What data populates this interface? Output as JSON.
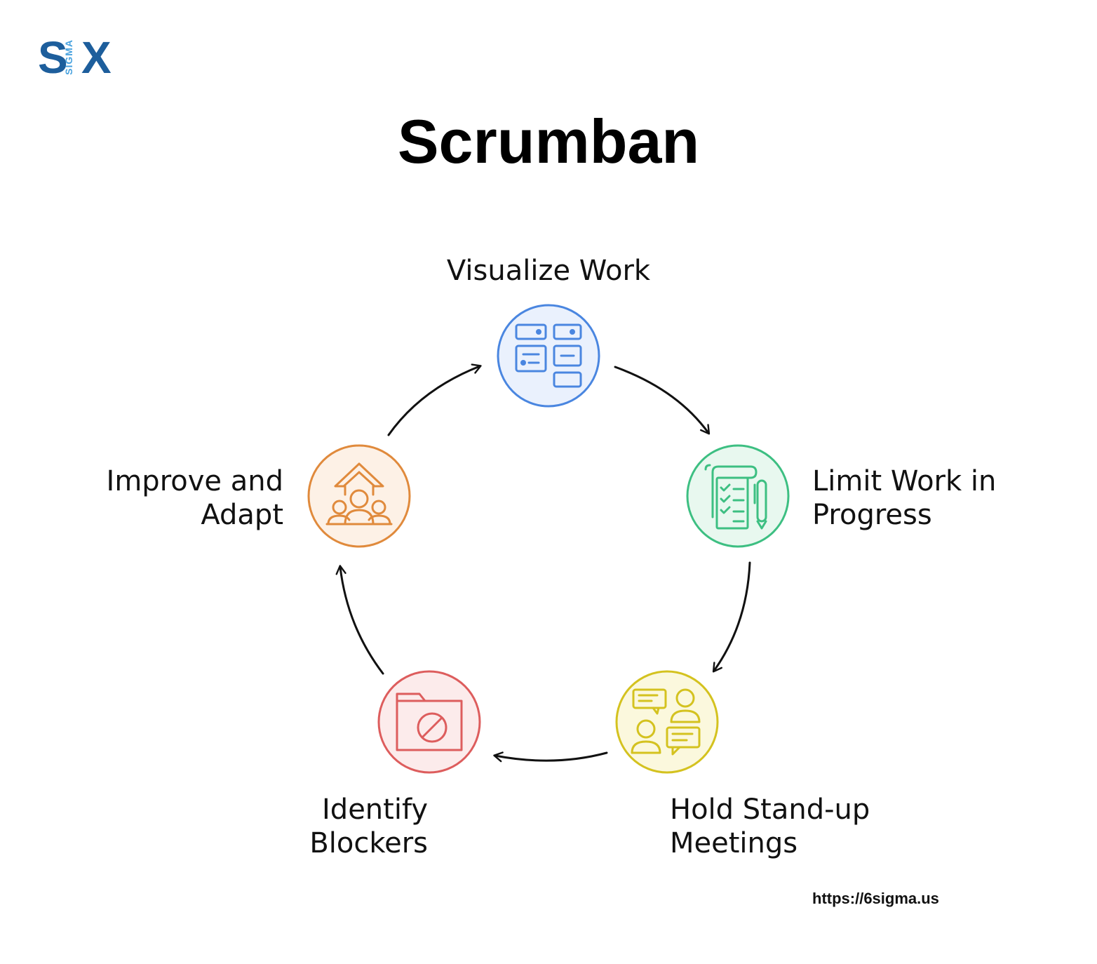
{
  "brand": {
    "logo_s": "S",
    "logo_sigma": "SIGMA",
    "logo_x": "X",
    "url": "https://6sigma.us"
  },
  "title": "Scrumban",
  "steps": [
    {
      "label_lines": [
        "Visualize Work"
      ],
      "icon": "kanban-board-icon",
      "color": "#4a86e0",
      "fill": "#eaf1fd"
    },
    {
      "label_lines": [
        "Limit Work in",
        "Progress"
      ],
      "icon": "checklist-scroll-icon",
      "color": "#3dbf82",
      "fill": "#e8f8ef"
    },
    {
      "label_lines": [
        "Hold Stand-up",
        "Meetings"
      ],
      "icon": "meeting-chat-icon",
      "color": "#d4c21f",
      "fill": "#fbf8dd"
    },
    {
      "label_lines": [
        "Identify",
        "Blockers"
      ],
      "icon": "blocked-folder-icon",
      "color": "#dd5d5d",
      "fill": "#fcebeb"
    },
    {
      "label_lines": [
        "Improve and",
        "Adapt"
      ],
      "icon": "team-growth-icon",
      "color": "#e08a3c",
      "fill": "#fdf1e6"
    }
  ],
  "arrow_color": "#111111"
}
